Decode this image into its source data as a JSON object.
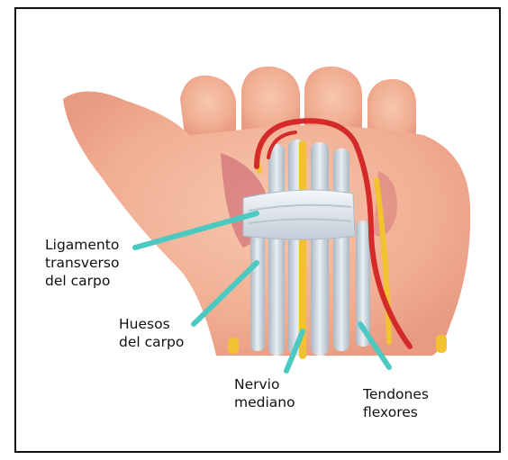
{
  "labels": {
    "ligamento": [
      "Ligamento",
      "transverso",
      "del carpo"
    ],
    "huesos": [
      "Huesos",
      "del carpo"
    ],
    "nervio": [
      "Nervio",
      "mediano"
    ],
    "tendones": [
      "Tendones",
      "flexores"
    ]
  },
  "colors": {
    "skin": "#f2b59a",
    "skin_shadow": "#d9807a",
    "ligament": "#dfe6ee",
    "bone": "#c7d3dc",
    "nerve": "#f2c230",
    "artery": "#d42a2a",
    "pointer": "#4cc9c0"
  }
}
